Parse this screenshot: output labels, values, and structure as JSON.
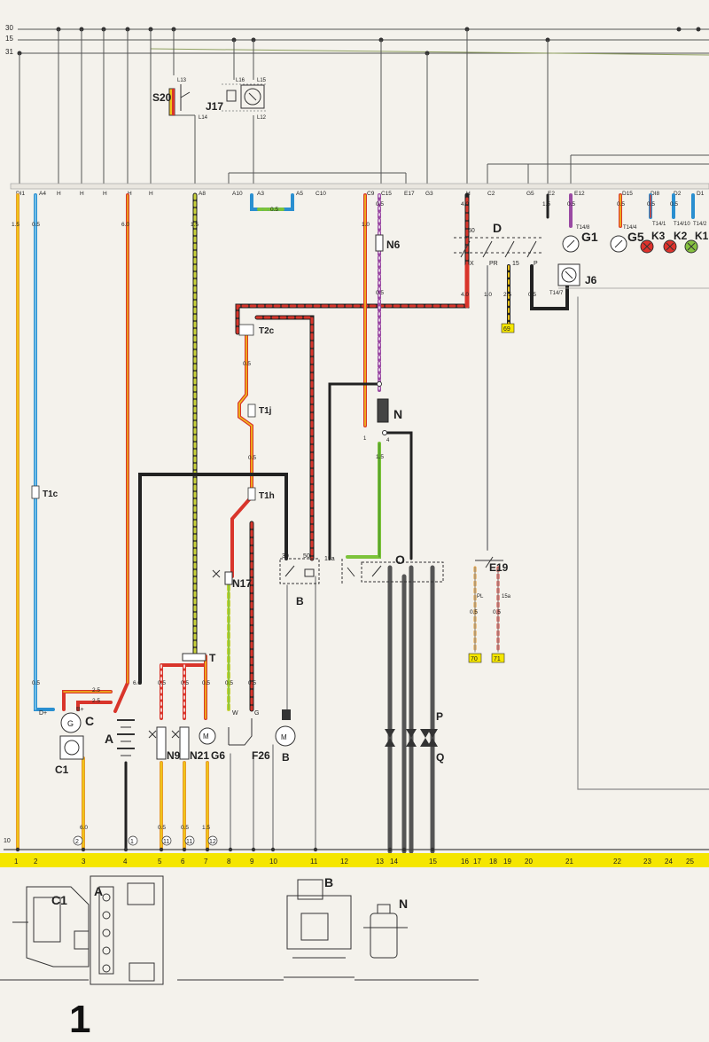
{
  "bus_labels": [
    "30",
    "15",
    "31"
  ],
  "page_number": "1",
  "fuse_box_terminals": [
    "DI1",
    "A4",
    "H",
    "H",
    "H",
    "H",
    "H",
    "A8",
    "A10",
    "A3",
    "A5",
    "C10",
    "C9",
    "C15",
    "E17",
    "G3",
    "H",
    "C2",
    "G5",
    "E2",
    "E12",
    "D15",
    "DI8",
    "D2",
    "D1"
  ],
  "wire_specs": [
    "1.5",
    "0.5",
    "6.0",
    "1.5",
    "0.5",
    "1.0",
    "0.5",
    "4.0",
    "4.0",
    "1.5",
    "0.5",
    "0.5",
    "0.5",
    "0.5",
    "0.5",
    "1.0",
    "2.5",
    "0.5",
    "0.5",
    "0.5",
    "2.5",
    "2.5",
    "6.0",
    "0.5",
    "0.5",
    "0.5",
    "1.5",
    "0.5",
    "0.5",
    "6.0",
    "0.5",
    "0.5",
    "1.5",
    "0.5",
    "0.5",
    "0.5"
  ],
  "components": {
    "S20": "S20",
    "J17": "J17",
    "N6": "N6",
    "N": "N",
    "D": "D",
    "G1": "G1",
    "G5": "G5",
    "K3": "K3",
    "K2": "K2",
    "K1": "K1",
    "J6": "J6",
    "T1c": "T1c",
    "T2c": "T2c",
    "T1j": "T1j",
    "T1h": "T1h",
    "N17": "N17",
    "B": "B",
    "O": "O",
    "E19": "E19",
    "C": "C",
    "C1": "C1",
    "A": "A",
    "T": "T",
    "N9": "N9",
    "N21": "N21",
    "G6": "G6",
    "F26": "F26",
    "P": "P",
    "Q": "Q"
  },
  "connector_labels": [
    "L13",
    "L14",
    "L16",
    "L15",
    "L12",
    "T14/8",
    "T14/4",
    "T14/1",
    "T14/10",
    "T14/2",
    "T14/7",
    "30",
    "50",
    "X",
    "15",
    "P",
    "PR",
    "PL",
    "15a",
    "30",
    "50",
    "1",
    "4",
    "D+",
    "B+",
    "W",
    "G"
  ],
  "ref_boxes": [
    "69",
    "70",
    "71"
  ],
  "circled_refs": [
    "2",
    "1",
    "11",
    "11",
    "12"
  ],
  "ground_points": [
    "10"
  ],
  "bottom_strip": {
    "numbers": [
      "1",
      "2",
      "3",
      "4",
      "5",
      "6",
      "7",
      "8",
      "9",
      "10",
      "11",
      "12",
      "13",
      "14",
      "15",
      "16",
      "17",
      "18",
      "19",
      "20",
      "21",
      "22",
      "23",
      "24",
      "25"
    ],
    "color": "#f5e600"
  },
  "photo_labels": [
    "C1",
    "A",
    "B",
    "N"
  ],
  "colors": {
    "red": "#d9352b",
    "yellow": "#f0c419",
    "blue": "#2a8fd0",
    "black": "#222222",
    "green": "#7cc33a",
    "violet": "#9a4aa3",
    "grey": "#9a9a9a",
    "lamp_red": "#e0322c",
    "lamp_green": "#86c240"
  }
}
